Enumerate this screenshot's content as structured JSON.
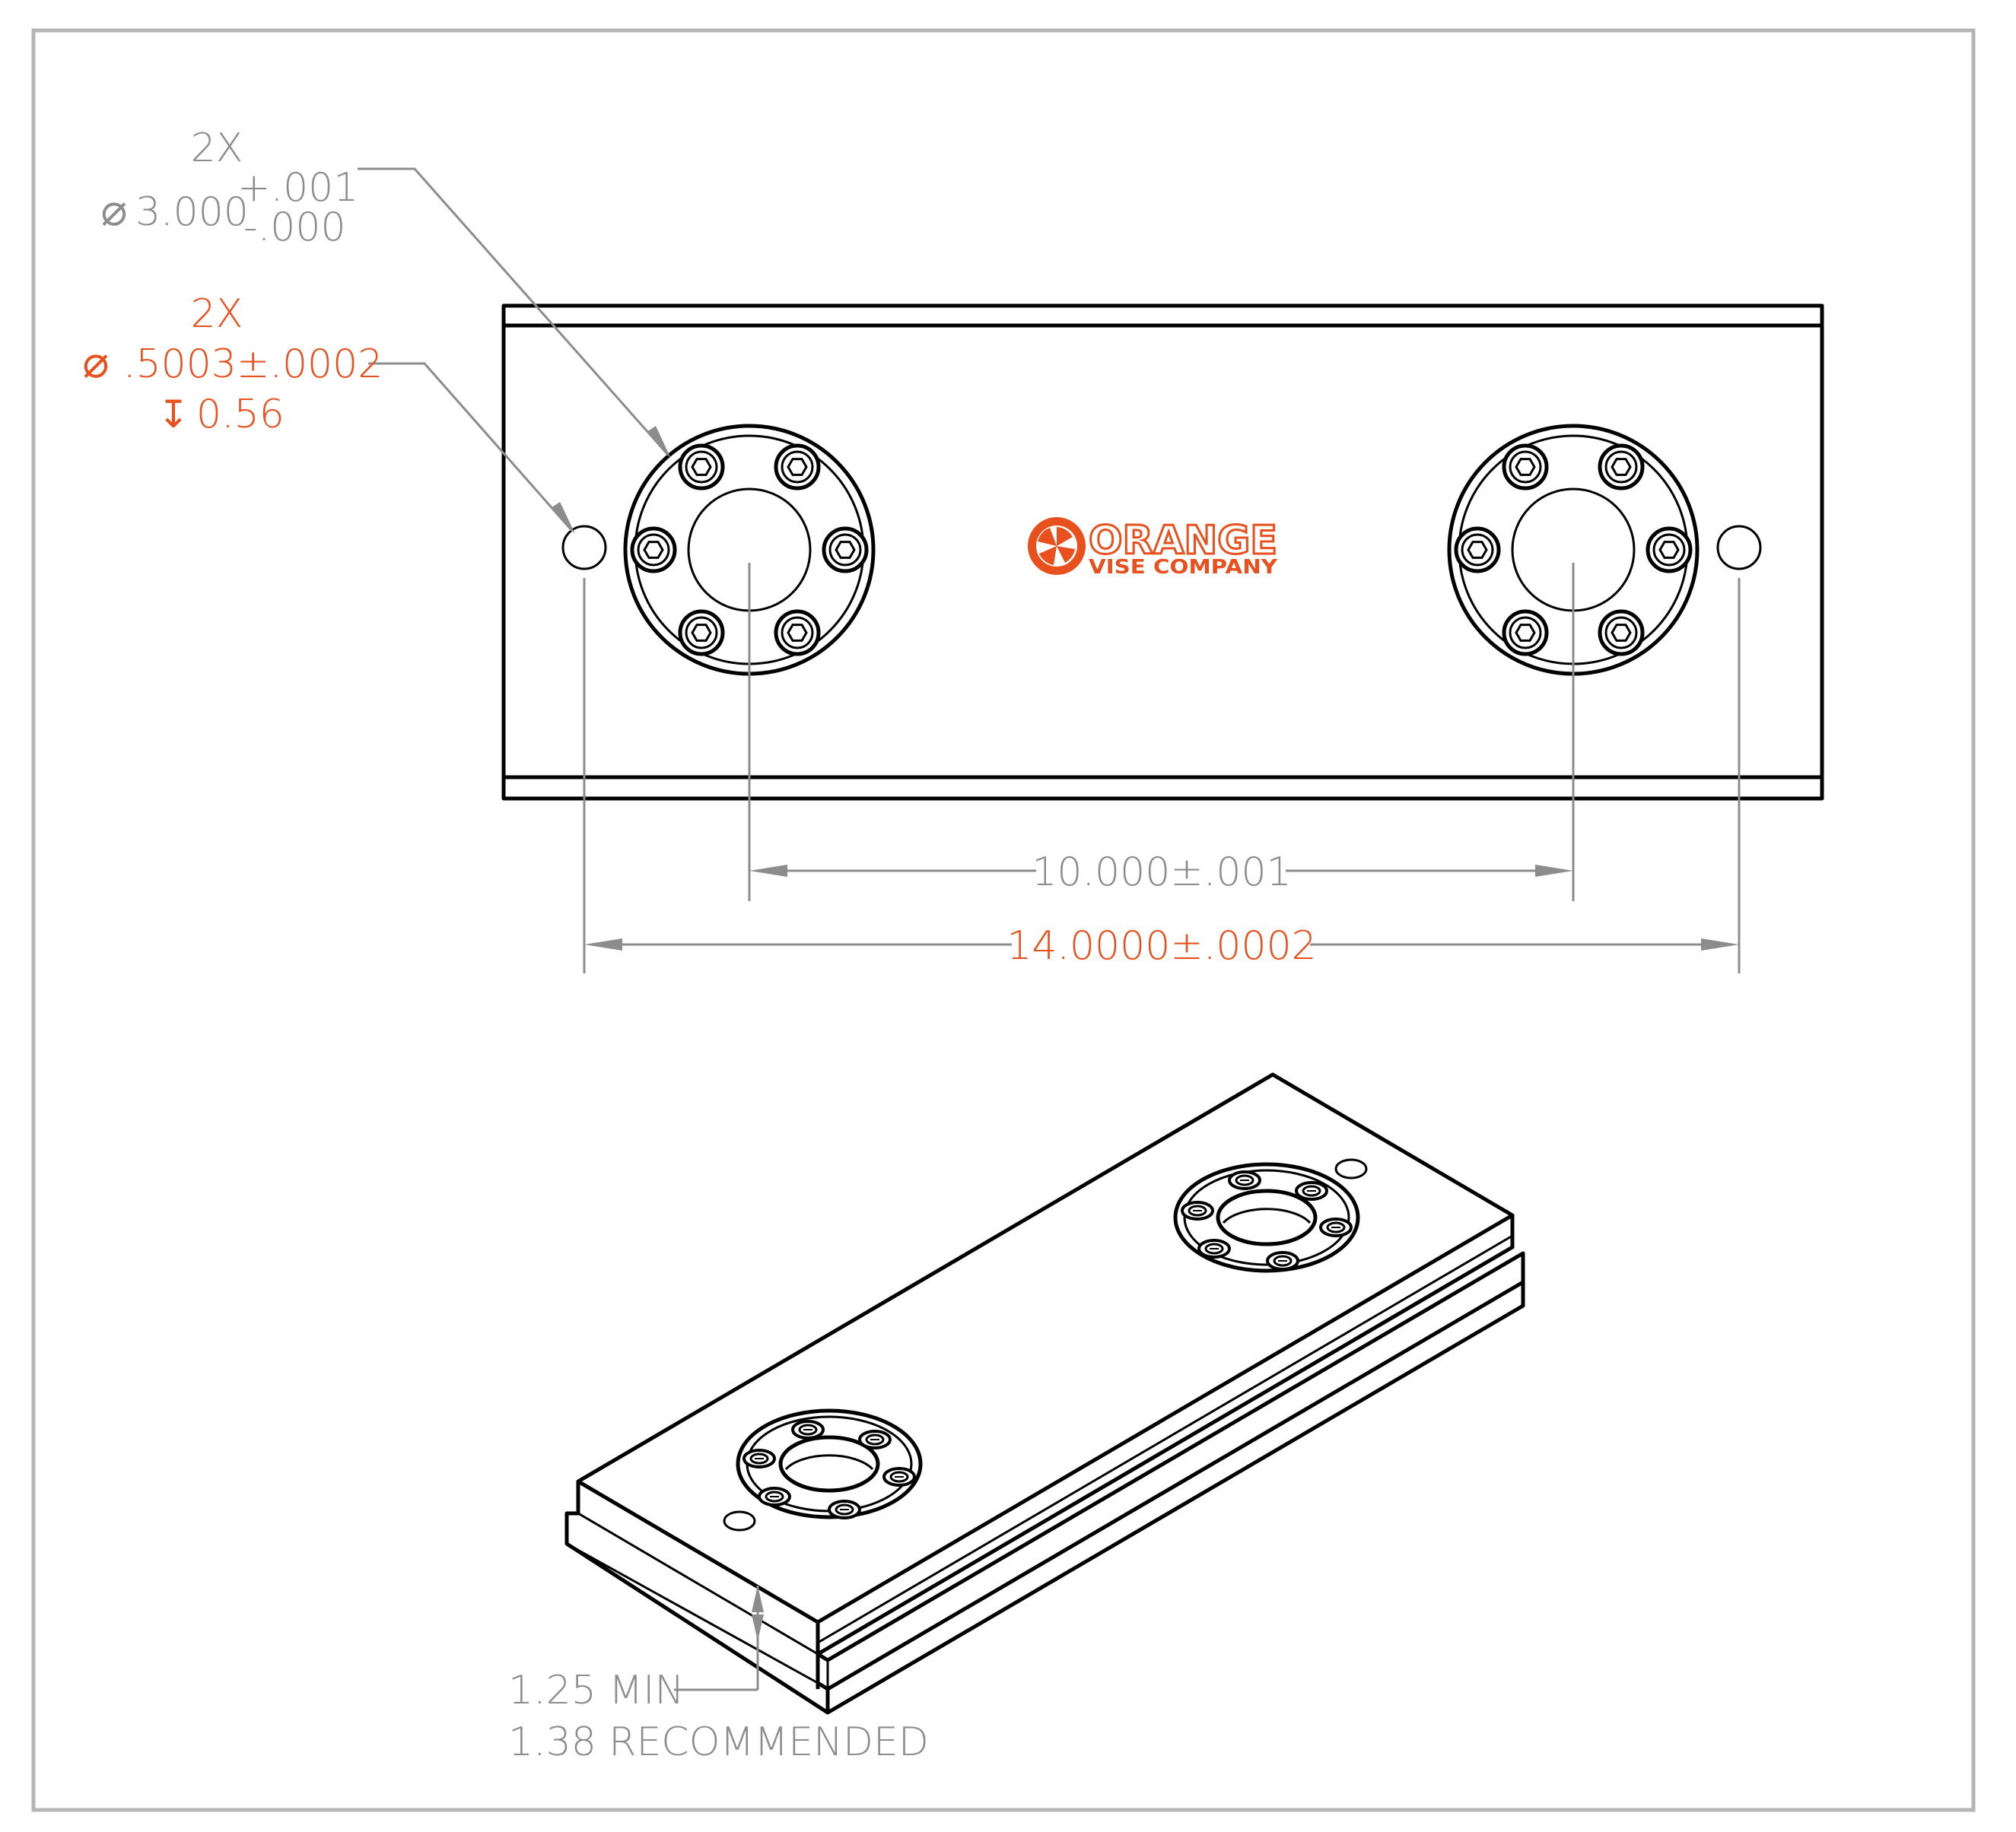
{
  "callouts": {
    "bore": {
      "qty": "2X",
      "diameter_symbol": "⌀",
      "nominal": "3.000",
      "tol_plus": "+.001",
      "tol_minus": "-.000"
    },
    "pin": {
      "qty": "2X",
      "diameter_symbol": "⌀",
      "value": ".5003±.0002",
      "depth_symbol": "↧",
      "depth": "0.56"
    },
    "center_spacing": "10.000±.001",
    "pin_spacing": "14.0000±.0002",
    "thickness_min": "1.25 MIN",
    "thickness_recommended": "1.38 RECOMMENDED"
  },
  "logo": {
    "line1": "ORANGE",
    "line2": "VISE COMPANY"
  },
  "colors": {
    "accent": "#e8501e",
    "dimension": "#8c8c8c",
    "line": "#000000",
    "border": "#b5b5b5"
  }
}
